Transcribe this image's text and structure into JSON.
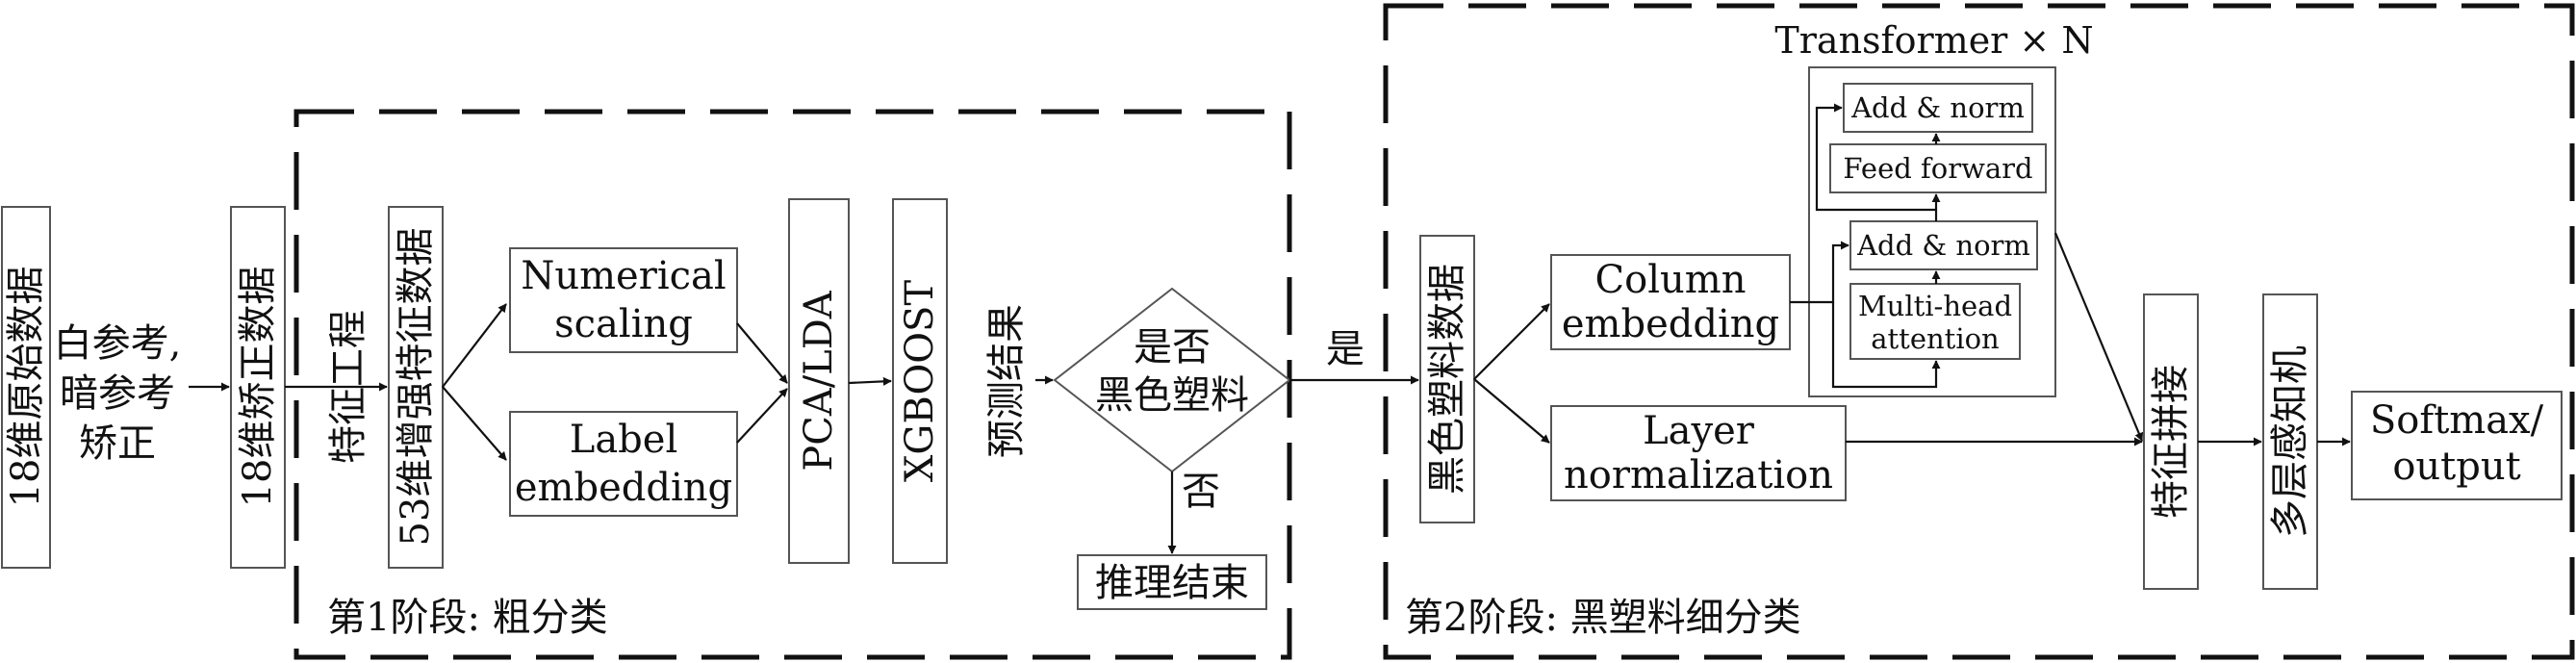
{
  "stage1": {
    "label": "第1阶段: 粗分类"
  },
  "stage2": {
    "label": "第2阶段: 黑塑料细分类"
  },
  "transformer": {
    "label": "Transformer × N"
  },
  "nodes": {
    "raw_data": "18维原始数据",
    "correction_1": "白参考,",
    "correction_2": "暗参考",
    "correction_3": "矫正",
    "corrected_data": "18维矫正数据",
    "feature_eng": "特征工程",
    "enhanced": "53维增强特征数据",
    "numerical_1": "Numerical",
    "numerical_2": "scaling",
    "label_1": "Label",
    "label_2": "embedding",
    "pca": "PCA/LDA",
    "xgboost": "XGBOOST",
    "prediction": "预测结果",
    "decision_1": "是否",
    "decision_2": "黑色塑料",
    "yes": "是",
    "no": "否",
    "end": "推理结束",
    "black_data": "黑色塑料数据",
    "column_1": "Column",
    "column_2": "embedding",
    "layer_1": "Layer",
    "layer_2": "normalization",
    "add_norm_top": "Add & norm",
    "feed_forward": "Feed forward",
    "add_norm_bottom": "Add & norm",
    "mha_1": "Multi-head",
    "mha_2": "attention",
    "concat": "特征拼接",
    "mlp": "多层感知机",
    "softmax_1": "Softmax/",
    "softmax_2": "output"
  }
}
